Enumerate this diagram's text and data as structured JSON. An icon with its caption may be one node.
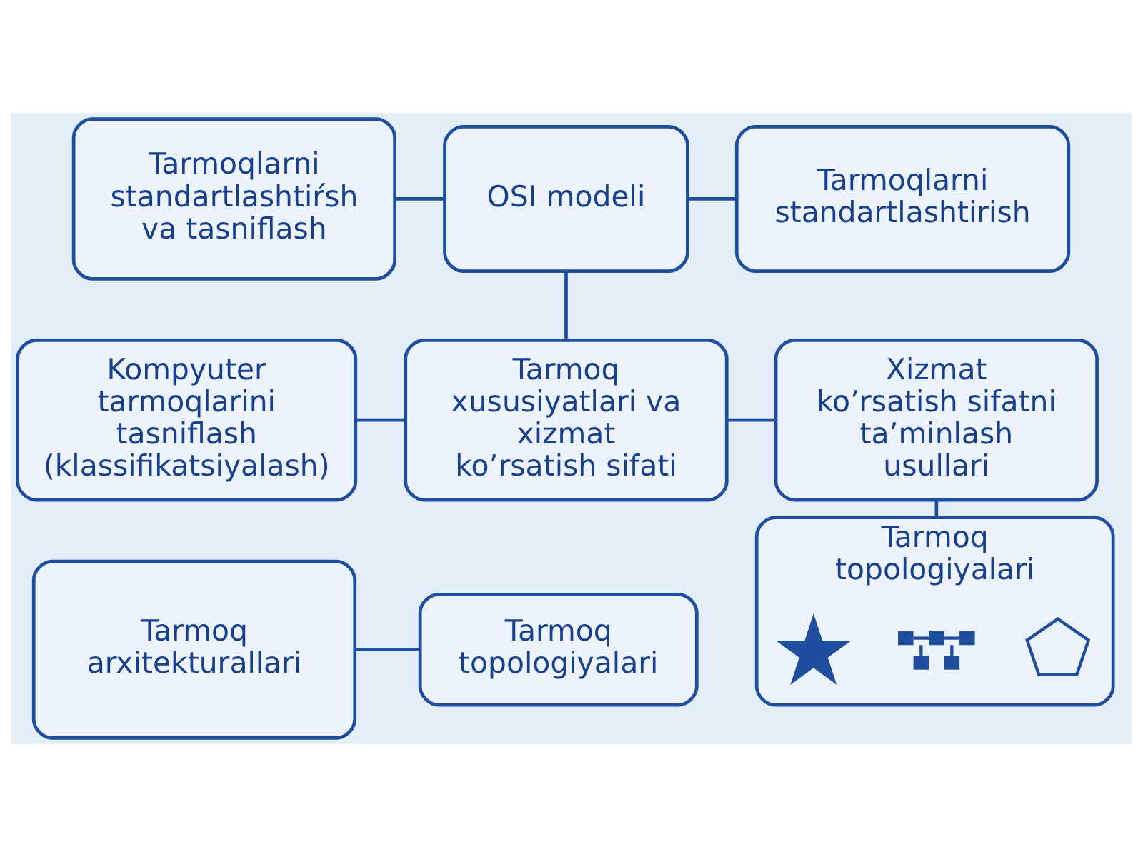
{
  "diagram": {
    "nodes": [
      {
        "text": [
          "Tarmoqlarni standartlashtiŕsh va tasniflash"
        ]
      },
      {
        "text": [
          "OSI modeli"
        ]
      },
      {
        "text": [
          "Tarmoqlarni standartlashtirish"
        ]
      },
      {
        "text": [
          "Kompyuter tarmoqlarini tasniflash (klassifikatsiyalash)"
        ]
      },
      {
        "text": [
          "Tarmoq xususiyatlari va xizmat ko’rsatish sifati"
        ]
      },
      {
        "text": [
          "Xizmat ko’rsatish sifatni ta’minlash usullari"
        ]
      },
      {
        "text": [
          "Tarmoq arxitekturallari"
        ]
      },
      {
        "text": [
          "Tarmoq topologiyalari"
        ]
      },
      {
        "text": [
          "Tarmoq topologiyalari"
        ]
      },
      {
        "text": [],
        "shape": "picture",
        "in": 8
      },
      {
        "text": [],
        "shape": "picture",
        "in": 8
      },
      {
        "text": [],
        "shape": "picture",
        "in": 8
      }
    ],
    "edges": [
      {
        "from": 0,
        "to": 1,
        "arrow": "none"
      },
      {
        "from": 1,
        "to": 2,
        "arrow": "none"
      },
      {
        "from": 1,
        "to": 4,
        "arrow": "none"
      },
      {
        "from": 3,
        "to": 4,
        "arrow": "none"
      },
      {
        "from": 4,
        "to": 5,
        "arrow": "none"
      },
      {
        "from": 5,
        "to": 8,
        "arrow": "none"
      },
      {
        "from": 6,
        "to": 7,
        "arrow": "none"
      }
    ]
  }
}
